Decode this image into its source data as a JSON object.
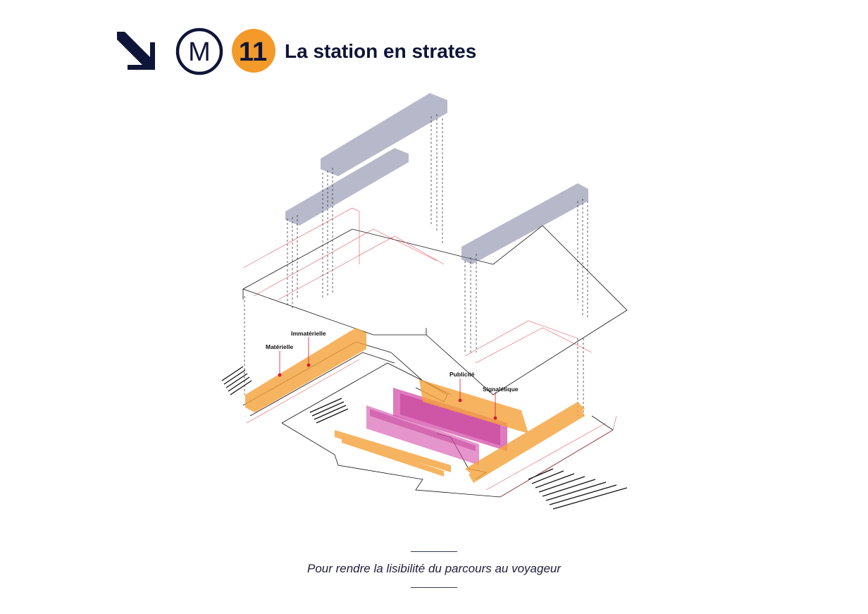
{
  "header": {
    "title": "La station en strates",
    "metro_letter": "M",
    "line_number": "11",
    "icons": [
      "arrow-down-right-icon",
      "metro-logo-icon",
      "line-11-badge-icon"
    ]
  },
  "diagram": {
    "labels": {
      "immaterielle": "Immatérielle",
      "materielle": "Matérielle",
      "publicite": "Publicité",
      "signaletique": "Signalétique"
    }
  },
  "caption": {
    "text": "Pour rendre la lisibilité du parcours au voyageur"
  },
  "colors": {
    "navy": "#0f1538",
    "line_orange": "#f39a2b",
    "layer_orange": "#f5a23a",
    "layer_pink": "#d44fa8",
    "layer_grey_blue": "#7d80a0",
    "outline_red": "#e0303a",
    "marker_red": "#d8192a"
  }
}
